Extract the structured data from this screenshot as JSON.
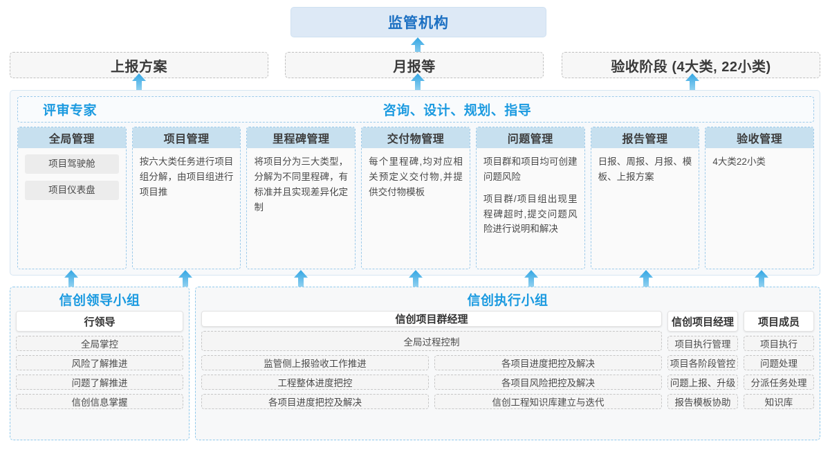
{
  "colors": {
    "accent_blue": "#1b9ae0",
    "regulator_text": "#1b6fc2",
    "regulator_bg": "#dde9f6",
    "column_header_bg": "#c7e0ef",
    "arrow": "#4fb3e8"
  },
  "regulator": {
    "label": "监管机构"
  },
  "top_boxes": [
    {
      "label": "上报方案"
    },
    {
      "label": "月报等"
    },
    {
      "label": "验收阶段 (4大类, 22小类)"
    }
  ],
  "middle_panel": {
    "left_label": "评审专家",
    "center_label": "咨询、设计、规划、指导",
    "columns": [
      {
        "title": "全局管理",
        "chips": [
          "项目驾驶舱",
          "项目仪表盘"
        ],
        "paragraphs": []
      },
      {
        "title": "项目管理",
        "chips": [],
        "paragraphs": [
          "按六大类任务进行项目组分解，由项目组进行项目推"
        ]
      },
      {
        "title": "里程碑管理",
        "chips": [],
        "paragraphs": [
          "将项目分为三大类型，分解为不同里程碑，有标准并且实现差异化定制"
        ]
      },
      {
        "title": "交付物管理",
        "chips": [],
        "paragraphs": [
          "每个里程碑,均对应相关预定义交付物,并提供交付物模板"
        ]
      },
      {
        "title": "问题管理",
        "chips": [],
        "paragraphs": [
          "项目群和项目均可创建问题风险",
          "项目群/项目组出现里程碑超时,提交问题风险进行说明和解决"
        ]
      },
      {
        "title": "报告管理",
        "chips": [],
        "paragraphs": [
          "日报、周报、月报、模板、上报方案"
        ]
      },
      {
        "title": "验收管理",
        "chips": [],
        "paragraphs": [
          "4大类22小类"
        ]
      }
    ]
  },
  "bottom": {
    "leader_group": {
      "title": "信创领导小组",
      "lane_head": "行领导",
      "cells": [
        "全局掌控",
        "风险了解推进",
        "问题了解推进",
        "信创信息掌握"
      ]
    },
    "exec_group": {
      "title": "信创执行小组",
      "lanes": [
        {
          "head": "信创项目群经理",
          "full_width_cell": "全局过程控制",
          "left_cells": [
            "监管侧上报验收工作推进",
            "工程整体进度把控",
            "各项目进度把控及解决"
          ],
          "right_cells": [
            "各项目进度把控及解决",
            "各项目风险把控及解决",
            "信创工程知识库建立与迭代"
          ]
        },
        {
          "head": "信创项目经理",
          "cells": [
            "项目执行管理",
            "项目各阶段管控",
            "问题上报、升级",
            "报告模板协助"
          ]
        },
        {
          "head": "项目成员",
          "cells": [
            "项目执行",
            "问题处理",
            "分派任务处理",
            "知识库"
          ]
        }
      ]
    }
  },
  "arrows": {
    "icon": "arrow-up-icon",
    "count_top": 3,
    "count_mid": 7
  }
}
